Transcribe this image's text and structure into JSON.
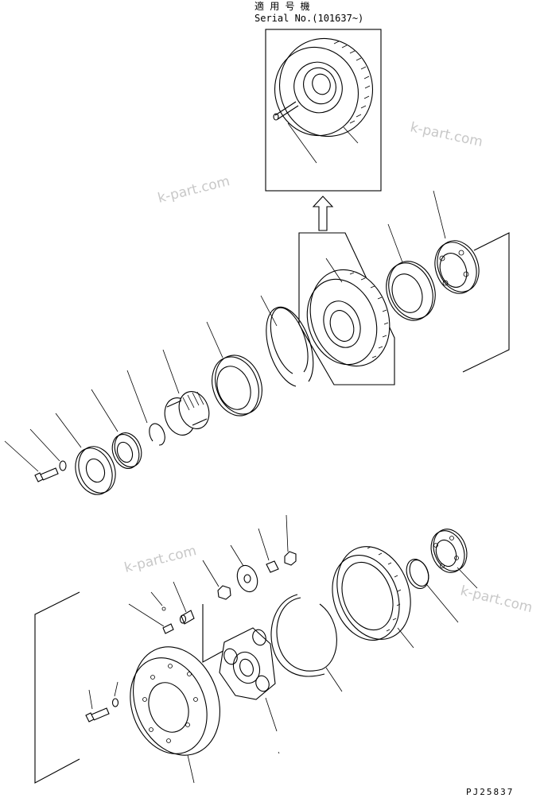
{
  "header": {
    "applicability": "適 用 号 機",
    "serial": "Serial No.(101637~)"
  },
  "watermarks": [
    "k-part.com",
    "k-part.com",
    "k-part.com",
    "k-part.com"
  ],
  "figure_code": "PJ25837"
}
